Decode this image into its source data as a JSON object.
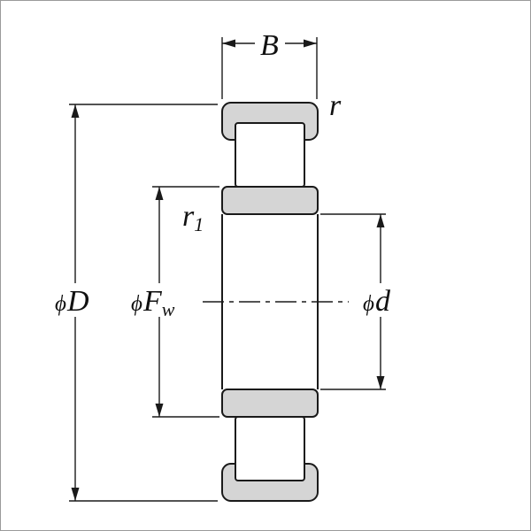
{
  "diagram": {
    "labels": {
      "width": "B",
      "outer_corner_radius": "r",
      "inner_corner_radius_base": "r",
      "inner_corner_radius_sub": "1",
      "phi": "ϕ",
      "outer_diameter": "D",
      "roller_inscribed_base": "F",
      "roller_inscribed_sub": "w",
      "bore_diameter": "d"
    },
    "colors": {
      "ring_fill": "#d5d5d5",
      "line": "#1a1a1a",
      "background": "#ffffff",
      "page_border": "#9a9a9a"
    }
  }
}
